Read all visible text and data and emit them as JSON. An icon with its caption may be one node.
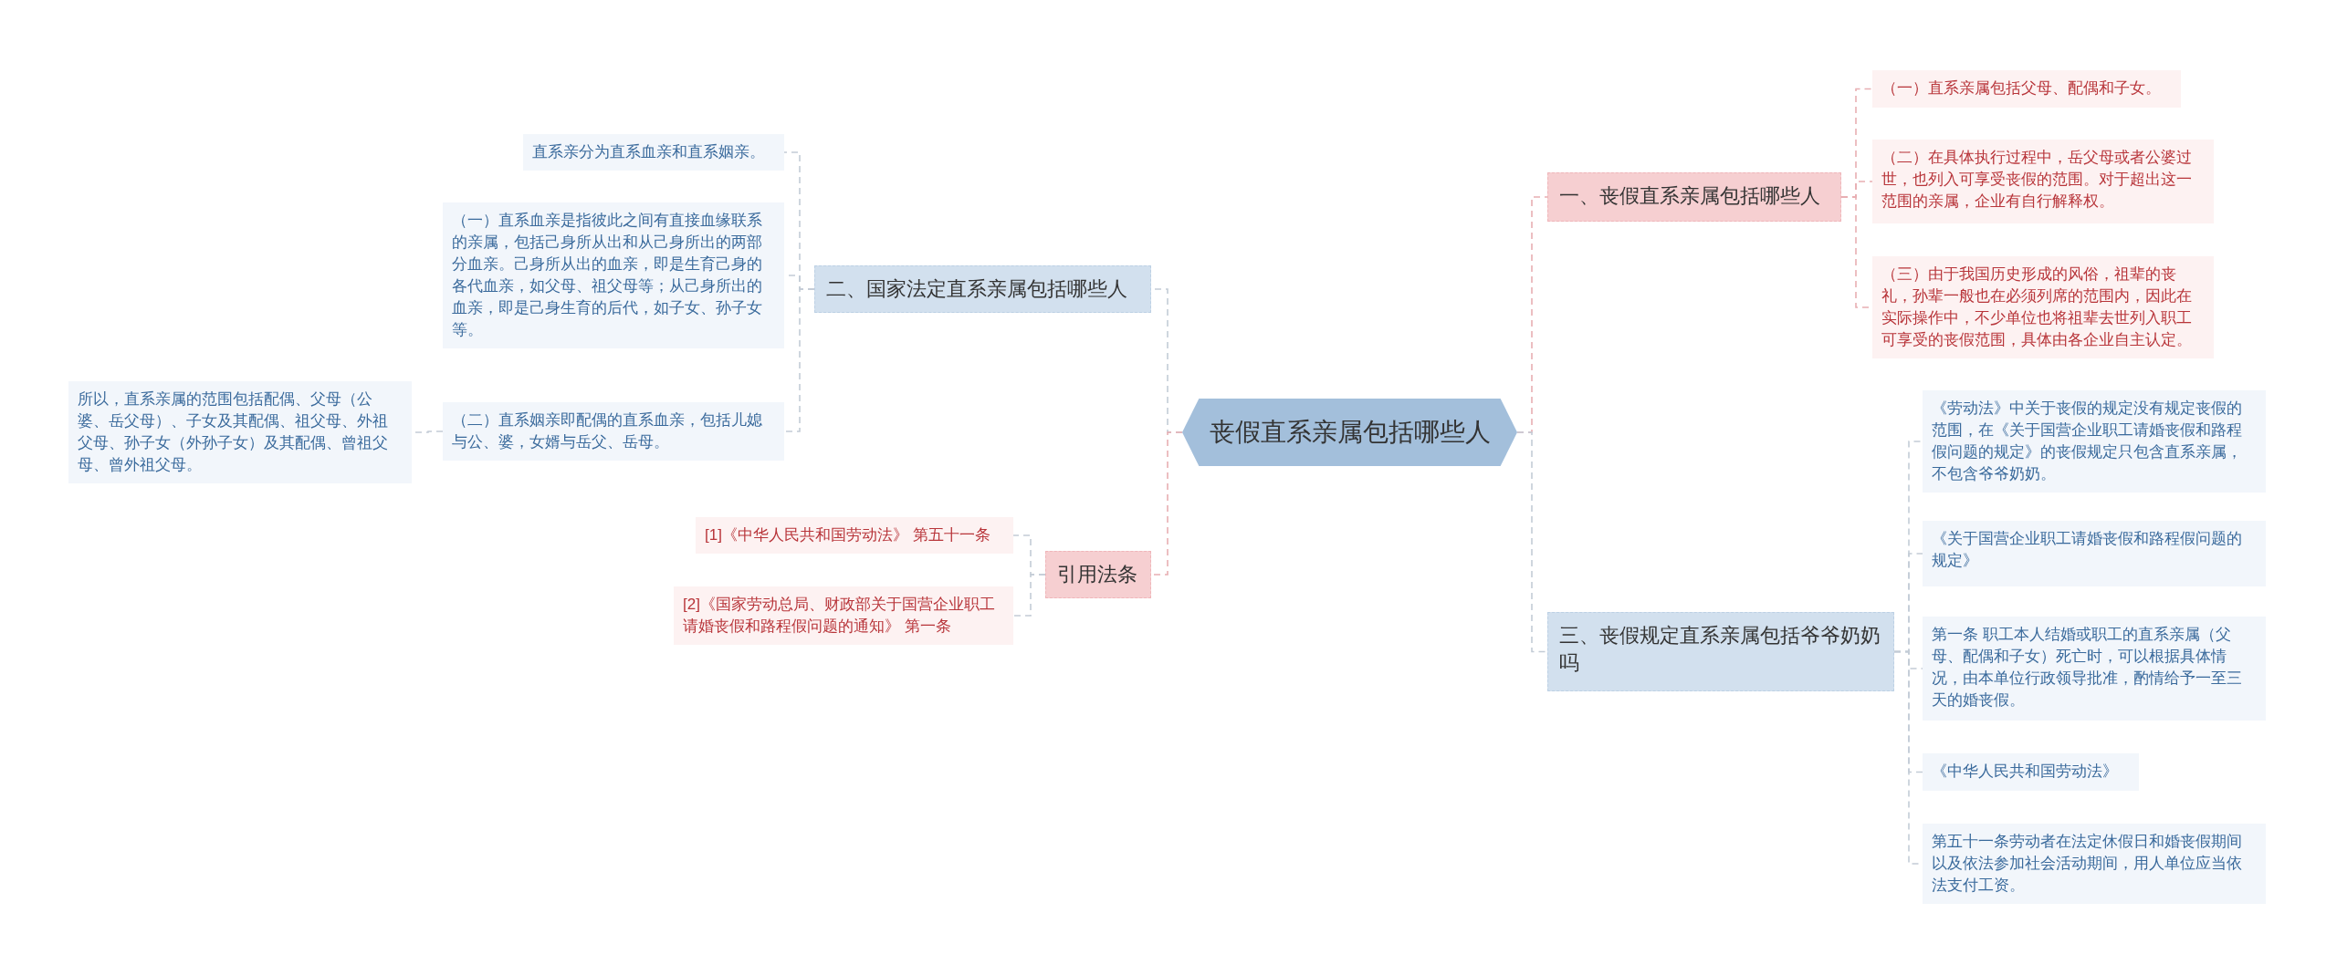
{
  "diagram": {
    "nodes": [
      {
        "text": [
          "丧假直系亲属包括哪些人"
        ]
      },
      {
        "text": [
          "一、丧假直系亲属包括哪些人"
        ]
      },
      {
        "text": [
          "（一）直系亲属包括父母、配偶和子女。"
        ]
      },
      {
        "text": [
          "（二）在具体执行过程中，岳父母或者公婆过世，也列入可享受丧假的范围。对于超出这一范围的亲属，企业有自行解释权。"
        ]
      },
      {
        "text": [
          "（三）由于我国历史形成的风俗，祖辈的丧礼，孙辈一般也在必须列席的范围内，因此在实际操作中，不少单位也将祖辈去世列入职工可享受的丧假范围，具体由各企业自主认定。"
        ]
      },
      {
        "text": [
          "二、国家法定直系亲属包括哪些人"
        ]
      },
      {
        "text": [
          "直系亲分为直系血亲和直系姻亲。"
        ]
      },
      {
        "text": [
          "（一）直系血亲是指彼此之间有直接血缘联系的亲属，包括己身所从出和从己身所出的两部分血亲。己身所从出的血亲，即是生育己身的各代血亲，如父母、祖父母等；从己身所出的血亲，即是己身生育的后代，如子女、孙子女等。"
        ]
      },
      {
        "text": [
          "（二）直系姻亲即配偶的直系血亲，包括儿媳与公、婆，女婿与岳父、岳母。"
        ]
      },
      {
        "text": [
          "所以，直系亲属的范围包括配偶、父母（公婆、岳父母）、子女及其配偶、祖父母、外祖父母、孙子女（外孙子女）及其配偶、曾祖父母、曾外祖父母。"
        ]
      },
      {
        "text": [
          "引用法条"
        ]
      },
      {
        "text": [
          "[1]《中华人民共和国劳动法》 第五十一条"
        ]
      },
      {
        "text": [
          "[2]《国家劳动总局、财政部关于国营企业职工请婚丧假和路程假问题的通知》 第一条"
        ]
      },
      {
        "text": [
          "三、丧假规定直系亲属包括爷爷奶奶吗"
        ]
      },
      {
        "text": [
          "《劳动法》中关于丧假的规定没有规定丧假的范围，在《关于国营企业职工请婚丧假和路程假问题的规定》的丧假规定只包含直系亲属，不包含爷爷奶奶。"
        ]
      },
      {
        "text": [
          "《关于国营企业职工请婚丧假和路程假问题的规定》"
        ]
      },
      {
        "text": [
          "第一条 职工本人结婚或职工的直系亲属（父母、配偶和子女）死亡时，可以根据具体情况，由本单位行政领导批准，酌情给予一至三天的婚丧假。"
        ]
      },
      {
        "text": [
          "《中华人民共和国劳动法》"
        ]
      },
      {
        "text": [
          "第五十一条劳动者在法定休假日和婚丧假期间以及依法参加社会活动期间，用人单位应当依法支付工资。"
        ]
      }
    ],
    "edges": [
      {
        "from": 0,
        "to": 1,
        "arrow": "none",
        "style": "dashed",
        "color": "#e8aeb2"
      },
      {
        "from": 1,
        "to": 2,
        "arrow": "none",
        "style": "dashed",
        "color": "#e8aeb2"
      },
      {
        "from": 1,
        "to": 3,
        "arrow": "none",
        "style": "dashed",
        "color": "#e8aeb2"
      },
      {
        "from": 1,
        "to": 4,
        "arrow": "none",
        "style": "dashed",
        "color": "#e8aeb2"
      },
      {
        "from": 0,
        "to": 5,
        "arrow": "none",
        "style": "dashed"
      },
      {
        "from": 5,
        "to": 6,
        "arrow": "none",
        "style": "dashed"
      },
      {
        "from": 5,
        "to": 7,
        "arrow": "none",
        "style": "dashed"
      },
      {
        "from": 5,
        "to": 8,
        "arrow": "none",
        "style": "dashed"
      },
      {
        "from": 8,
        "to": 9,
        "arrow": "none",
        "style": "dashed"
      },
      {
        "from": 0,
        "to": 10,
        "arrow": "none",
        "style": "dashed",
        "color": "#e8aeb2"
      },
      {
        "from": 10,
        "to": 11,
        "arrow": "none",
        "style": "dashed"
      },
      {
        "from": 10,
        "to": 12,
        "arrow": "none",
        "style": "dashed"
      },
      {
        "from": 0,
        "to": 13,
        "arrow": "none",
        "style": "dashed"
      },
      {
        "from": 13,
        "to": 14,
        "arrow": "none",
        "style": "dashed"
      },
      {
        "from": 13,
        "to": 15,
        "arrow": "none",
        "style": "dashed"
      },
      {
        "from": 13,
        "to": 16,
        "arrow": "none",
        "style": "dashed"
      },
      {
        "from": 13,
        "to": 17,
        "arrow": "none",
        "style": "dashed"
      },
      {
        "from": 13,
        "to": 18,
        "arrow": "none",
        "style": "dashed"
      }
    ]
  }
}
